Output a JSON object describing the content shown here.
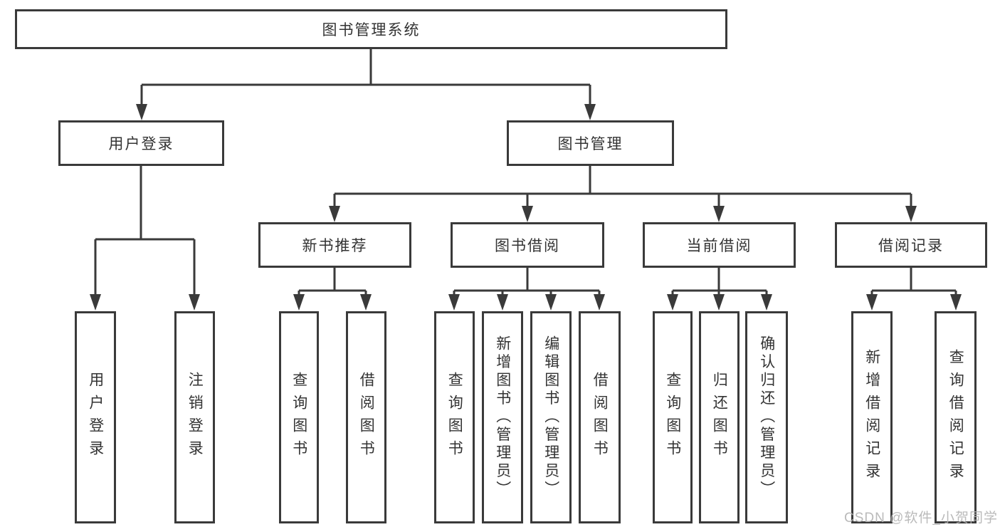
{
  "diagram_type": "tree",
  "tree": {
    "label": "图书管理系统",
    "children": [
      {
        "label": "用户登录",
        "children": [
          {
            "label": "用户登录"
          },
          {
            "label": "注销登录"
          }
        ]
      },
      {
        "label": "图书管理",
        "children": [
          {
            "label": "新书推荐",
            "children": [
              {
                "label": "查询图书"
              },
              {
                "label": "借阅图书"
              }
            ]
          },
          {
            "label": "图书借阅",
            "children": [
              {
                "label": "查询图书"
              },
              {
                "label": "新增图书（管理员）"
              },
              {
                "label": "编辑图书（管理员）"
              },
              {
                "label": "借阅图书"
              }
            ]
          },
          {
            "label": "当前借阅",
            "children": [
              {
                "label": "查询图书"
              },
              {
                "label": "归还图书"
              },
              {
                "label": "确认归还（管理员）"
              }
            ]
          },
          {
            "label": "借阅记录",
            "children": [
              {
                "label": "新增借阅记录"
              },
              {
                "label": "查询借阅记录"
              }
            ]
          }
        ]
      }
    ]
  },
  "watermark": {
    "text": "CSDN @软件_小贺同学"
  },
  "colors": {
    "line": "#3a3a3a",
    "node_border": "#3a3a3a",
    "node_background": "#ffffff",
    "text": "#333333",
    "watermark_text": "#b2b2b2"
  }
}
